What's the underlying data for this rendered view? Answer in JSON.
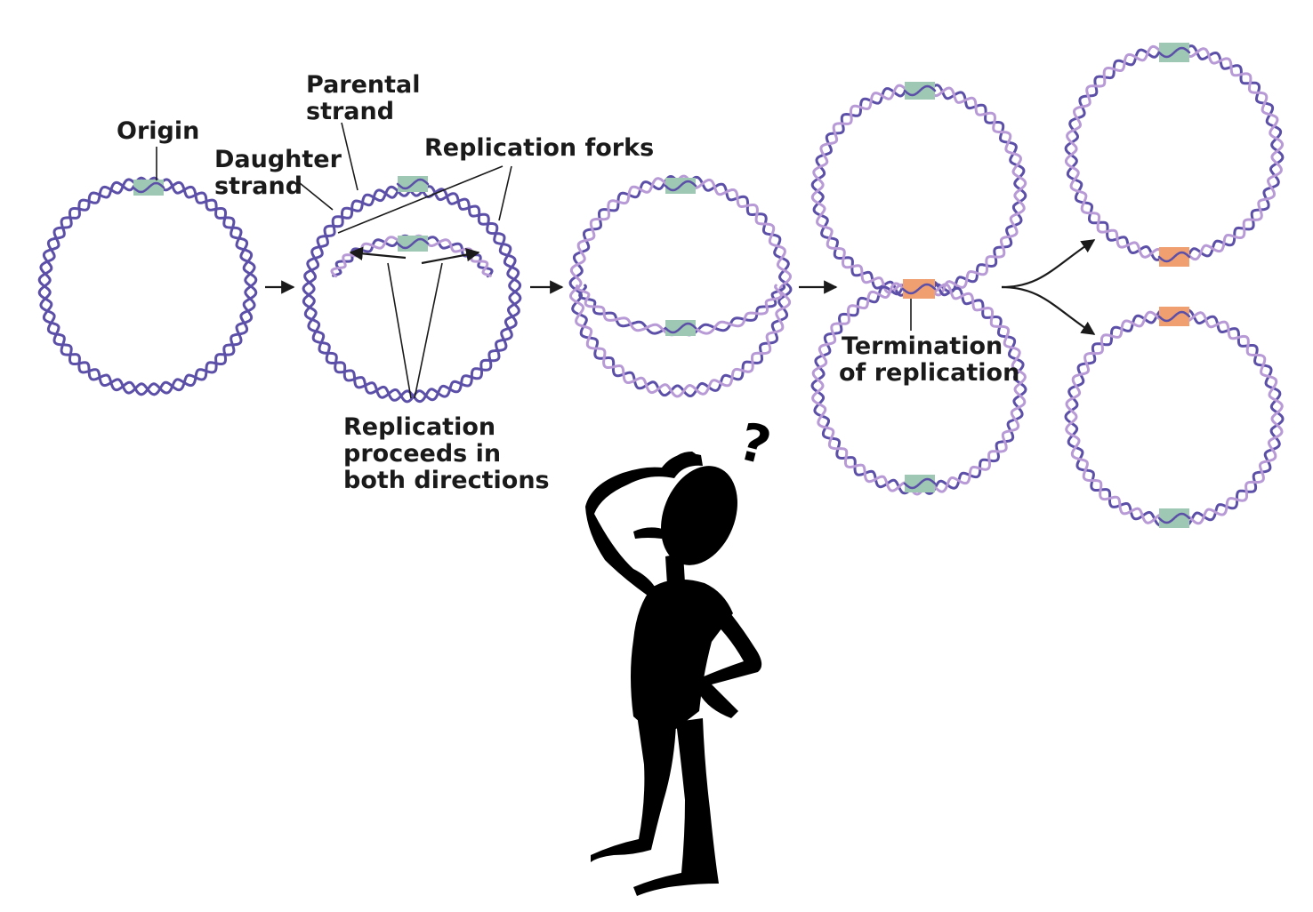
{
  "labels": {
    "origin": "Origin",
    "parental_line1": "Parental",
    "parental_line2": "strand",
    "daughter_line1": "Daughter",
    "daughter_line2": "strand",
    "forks": "Replication forks",
    "proceeds_line1": "Replication",
    "proceeds_line2": "proceeds in",
    "proceeds_line3": "both directions",
    "termination_line1": "Termination",
    "termination_line2": "of replication",
    "question_mark": "?"
  },
  "colors": {
    "parental_strand": "#5b4fa8",
    "daughter_strand": "#b79ad6",
    "origin_box": "#9ec7b4",
    "termination_box": "#f0a070",
    "figure": "#000000",
    "text": "#1a1a1a"
  },
  "icons": {
    "figure": "thinking-person-silhouette"
  }
}
